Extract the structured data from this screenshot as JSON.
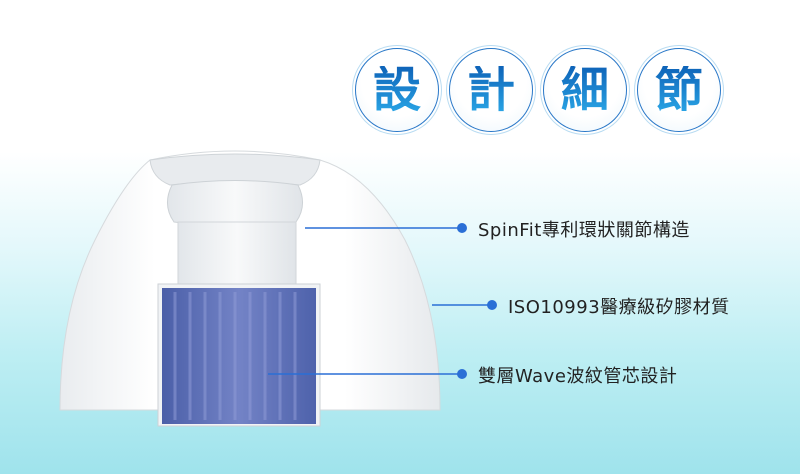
{
  "title": {
    "chars": [
      "設",
      "計",
      "細",
      "節"
    ]
  },
  "callouts": [
    {
      "label": "SpinFit專利環狀關節構造"
    },
    {
      "label": "ISO10993醫療級矽膠材質"
    },
    {
      "label": "雙層Wave波紋管芯設計"
    }
  ],
  "colors": {
    "accent_line": "#2a6fd6",
    "core_blue": "#5a6fb4",
    "title_blue": "#1f7bc9"
  }
}
